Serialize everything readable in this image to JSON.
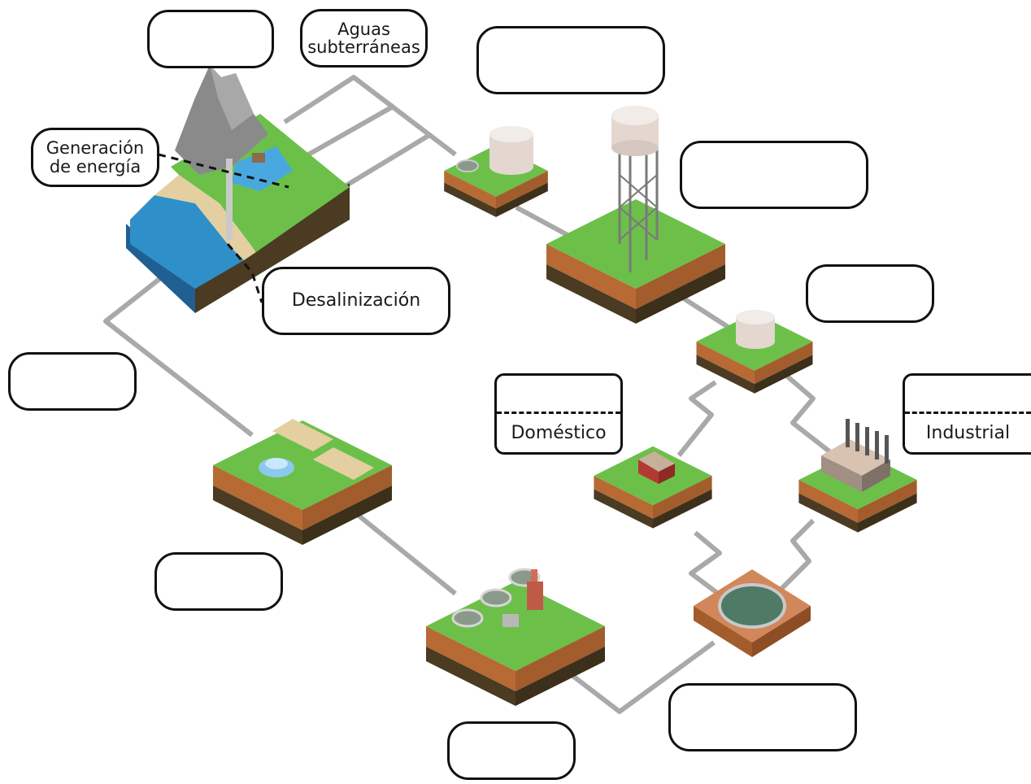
{
  "diagram": {
    "labels": {
      "groundwater": "Aguas\nsubterráneas",
      "energy": "Generación\nde energía",
      "desalination": "Desalinización",
      "domestic": "Doméstico",
      "industrial": "Industrial"
    },
    "colors": {
      "grass": "#6cc04a",
      "soil": "#b86a35",
      "dark_soil": "#4a3b22",
      "pipe": "#a9a9a9",
      "sea": "#2f8fc8",
      "sand": "#e4cfa0"
    }
  }
}
